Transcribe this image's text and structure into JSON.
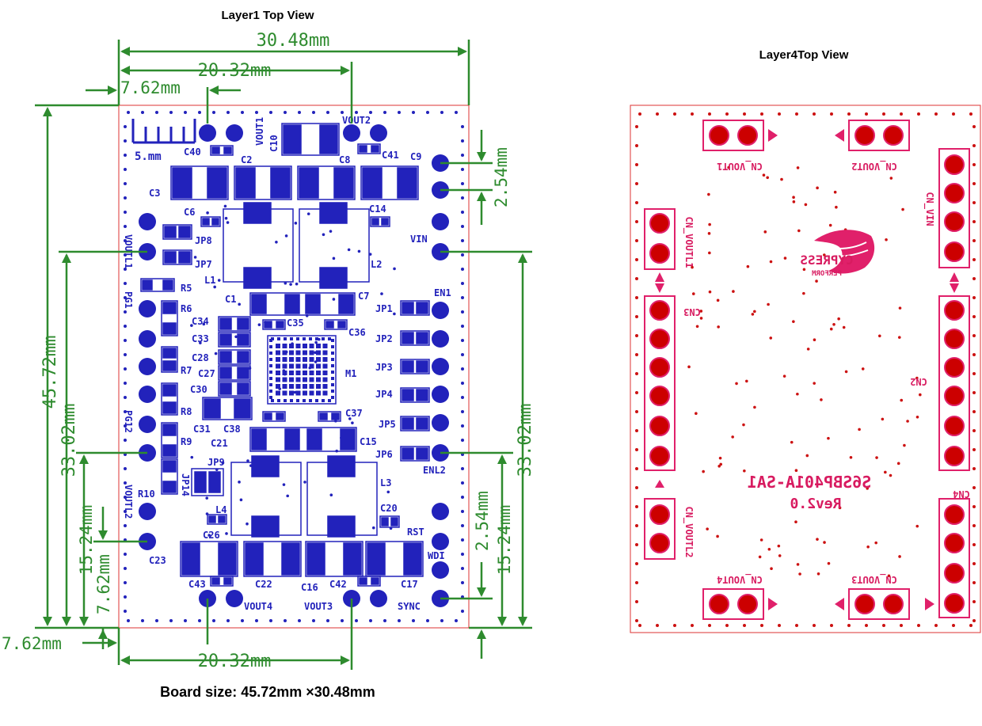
{
  "captions": {
    "layer1": "Layer1 Top View",
    "layer4": "Layer4Top View",
    "board_size": "Board size: 45.72mm ×30.48mm"
  },
  "dimensions": {
    "width_top": "30.48mm",
    "width_inner": "20.32mm",
    "offset_left": "7.62mm",
    "height_total": "45.72mm",
    "height_left": "33.02mm",
    "height_right": "33.02mm",
    "pitch_top_right": "2.54mm",
    "lower_left": "15.24mm",
    "lower_left_small": "7.62mm",
    "bottom_left": "7.62mm",
    "width_bottom": "20.32mm",
    "lower_right_pitch": "2.54mm",
    "lower_right": "15.24mm"
  },
  "layer1_labels": {
    "scale": "5.mm",
    "vout1": "VOUT1",
    "c10": "C10",
    "vout2": "VOUT2",
    "c40": "C40",
    "c2": "C2",
    "c8": "C8",
    "c41": "C41",
    "c9": "C9",
    "c3": "C3",
    "c6": "C6",
    "c14": "C14",
    "jp8": "JP8",
    "vin": "VIN",
    "voutl1": "VOUTL1",
    "jp7": "JP7",
    "l1": "L1",
    "l2": "L2",
    "r5": "R5",
    "pg1": "PG1",
    "c1": "C1",
    "c7": "C7",
    "en1": "EN1",
    "r6": "R6",
    "jp1": "JP1",
    "c34": "C34",
    "c35": "C35",
    "c36": "C36",
    "c33": "C33",
    "jp2": "JP2",
    "c28": "C28",
    "c27": "C27",
    "r7": "R7",
    "m1": "M1",
    "jp3": "JP3",
    "c30": "C30",
    "jp4": "JP4",
    "r8": "R8",
    "c37": "C37",
    "pg12": "PG12",
    "c31": "C31",
    "c38": "C38",
    "c21": "C21",
    "jp5": "JP5",
    "r9": "R9",
    "c15": "C15",
    "jp6": "JP6",
    "jp9": "JP9",
    "enl2": "ENL2",
    "r10": "R10",
    "voutl2": "VOUTL2",
    "jp14": "JP14",
    "l3": "L3",
    "l4": "L4",
    "c20": "C20",
    "c26": "C26",
    "rst": "RST",
    "c23": "C23",
    "wdi": "WDI",
    "c43": "C43",
    "c22": "C22",
    "c16": "C16",
    "c42": "C42",
    "c17": "C17",
    "vout4": "VOUT4",
    "vout3": "VOUT3",
    "sync": "SYNC"
  },
  "layer4_labels": {
    "cn_vout1": "CN_VOUT1",
    "cn_vout2": "CN_VOUT2",
    "cn_vin": "CN_VIN",
    "cn_voutl1": "CN_VOUTL1",
    "logo_text": "CYPRESS",
    "logo_sub": "PERFORM",
    "cn3": "CN3",
    "cn2": "CN2",
    "part_number": "S6SBP401A-SA1",
    "revision": "Rev2.0",
    "cn_voutl2": "CN_VOUTL2",
    "cn4": "CN4",
    "cn_vout4": "CN_VOUT4",
    "cn_vout3": "CN_VOUT3"
  },
  "colors": {
    "dimension": "#2e8b2e",
    "silk_top": "#2222bb",
    "silk_bottom": "#d81b60",
    "outline": "#d33"
  }
}
